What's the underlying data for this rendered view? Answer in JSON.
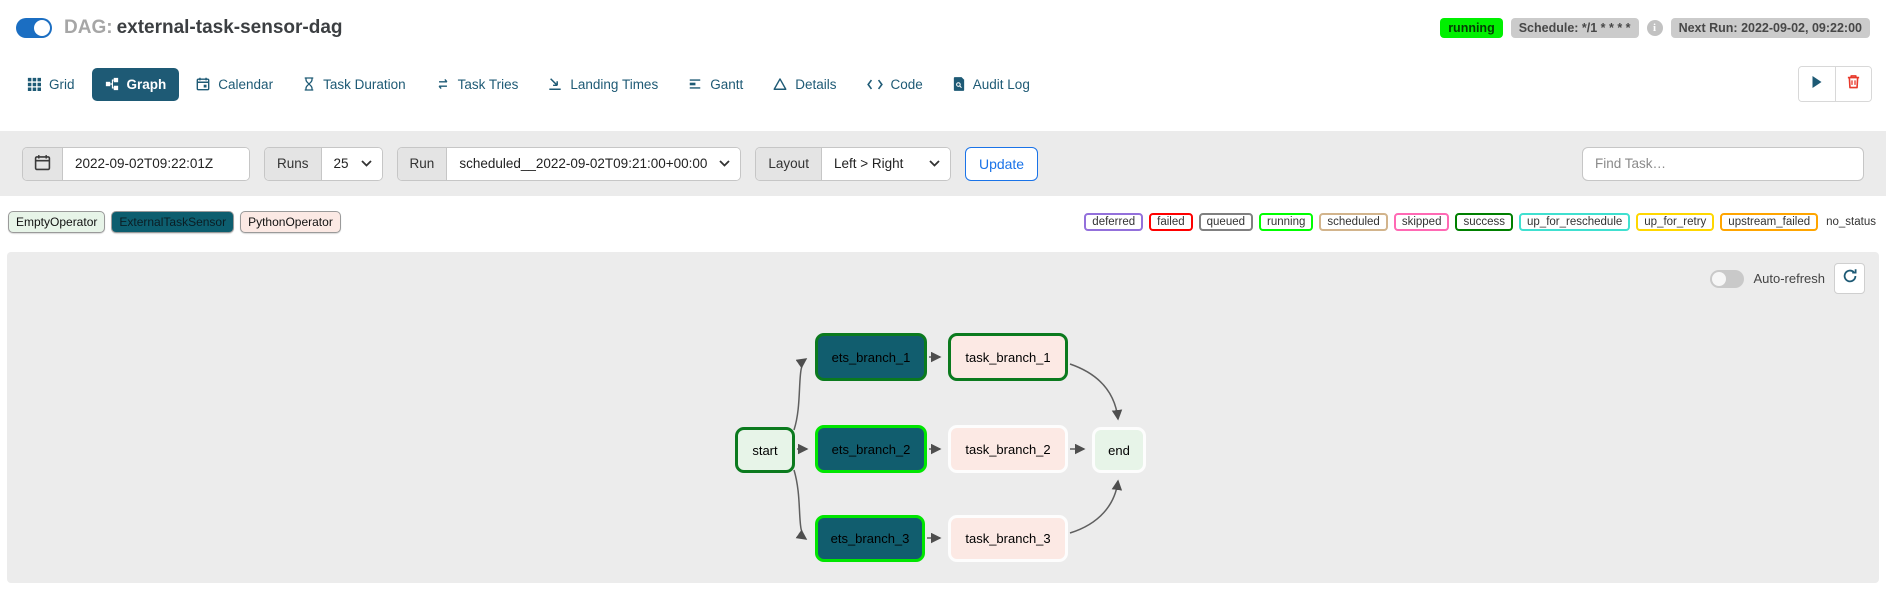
{
  "header": {
    "dag_prefix": "DAG:",
    "dag_name": "external-task-sensor-dag",
    "status_badge": "running",
    "schedule_badge": "Schedule: */1 * * * *",
    "next_run_badge": "Next Run: 2022-09-02, 09:22:00",
    "colors": {
      "status_badge_bg": "#00f000",
      "badge_bg": "#cbcbcb",
      "pause_toggle": "#1b6ec2"
    }
  },
  "tabs": [
    {
      "label": "Grid"
    },
    {
      "label": "Graph",
      "active": true
    },
    {
      "label": "Calendar"
    },
    {
      "label": "Task Duration"
    },
    {
      "label": "Task Tries"
    },
    {
      "label": "Landing Times"
    },
    {
      "label": "Gantt"
    },
    {
      "label": "Details"
    },
    {
      "label": "Code"
    },
    {
      "label": "Audit Log"
    }
  ],
  "controls": {
    "base_date_value": "2022-09-02T09:22:01Z",
    "runs_label": "Runs",
    "runs_value": "25",
    "run_label": "Run",
    "run_value": "scheduled__2022-09-02T09:21:00+00:00",
    "layout_label": "Layout",
    "layout_value": "Left > Right",
    "update_label": "Update",
    "find_task_placeholder": "Find Task…"
  },
  "operator_legend": [
    {
      "label": "EmptyOperator",
      "fill": "#e7f4e8"
    },
    {
      "label": "ExternalTaskSensor",
      "fill": "#0d5e6f"
    },
    {
      "label": "PythonOperator",
      "fill": "#fbe9e4"
    }
  ],
  "state_legend": [
    {
      "label": "deferred",
      "color": "mediumpurple"
    },
    {
      "label": "failed",
      "color": "red"
    },
    {
      "label": "queued",
      "color": "gray"
    },
    {
      "label": "running",
      "color": "lime"
    },
    {
      "label": "scheduled",
      "color": "tan"
    },
    {
      "label": "skipped",
      "color": "hotpink"
    },
    {
      "label": "success",
      "color": "green"
    },
    {
      "label": "up_for_reschedule",
      "color": "turquoise"
    },
    {
      "label": "up_for_retry",
      "color": "gold"
    },
    {
      "label": "upstream_failed",
      "color": "orange"
    },
    {
      "label": "no_status",
      "color": "none"
    }
  ],
  "graph_panel": {
    "auto_refresh_label": "Auto-refresh",
    "auto_refresh_on": false,
    "nodes": [
      {
        "id": "start",
        "label": "start",
        "operator": "EmptyOperator",
        "state": "success"
      },
      {
        "id": "ets_branch_1",
        "label": "ets_branch_1",
        "operator": "ExternalTaskSensor",
        "state": "success"
      },
      {
        "id": "task_branch_1",
        "label": "task_branch_1",
        "operator": "PythonOperator",
        "state": "success"
      },
      {
        "id": "ets_branch_2",
        "label": "ets_branch_2",
        "operator": "ExternalTaskSensor",
        "state": "running"
      },
      {
        "id": "task_branch_2",
        "label": "task_branch_2",
        "operator": "PythonOperator",
        "state": "no_status"
      },
      {
        "id": "end",
        "label": "end",
        "operator": "EmptyOperator",
        "state": "no_status"
      },
      {
        "id": "ets_branch_3",
        "label": "ets_branch_3",
        "operator": "ExternalTaskSensor",
        "state": "running"
      },
      {
        "id": "task_branch_3",
        "label": "task_branch_3",
        "operator": "PythonOperator",
        "state": "no_status"
      }
    ],
    "edges": [
      {
        "from": "start",
        "to": "ets_branch_1"
      },
      {
        "from": "start",
        "to": "ets_branch_2"
      },
      {
        "from": "start",
        "to": "ets_branch_3"
      },
      {
        "from": "ets_branch_1",
        "to": "task_branch_1"
      },
      {
        "from": "ets_branch_2",
        "to": "task_branch_2"
      },
      {
        "from": "ets_branch_3",
        "to": "task_branch_3"
      },
      {
        "from": "task_branch_1",
        "to": "end"
      },
      {
        "from": "task_branch_2",
        "to": "end"
      },
      {
        "from": "task_branch_3",
        "to": "end"
      }
    ],
    "node_colors": {
      "teal_fill": "#115d6e",
      "green_fill": "#e7f4e8",
      "pink_fill": "#fce9e4",
      "success_border": "#0b7a1e",
      "running_border": "#00e600",
      "no_status_border": "#fdfdfd"
    }
  }
}
